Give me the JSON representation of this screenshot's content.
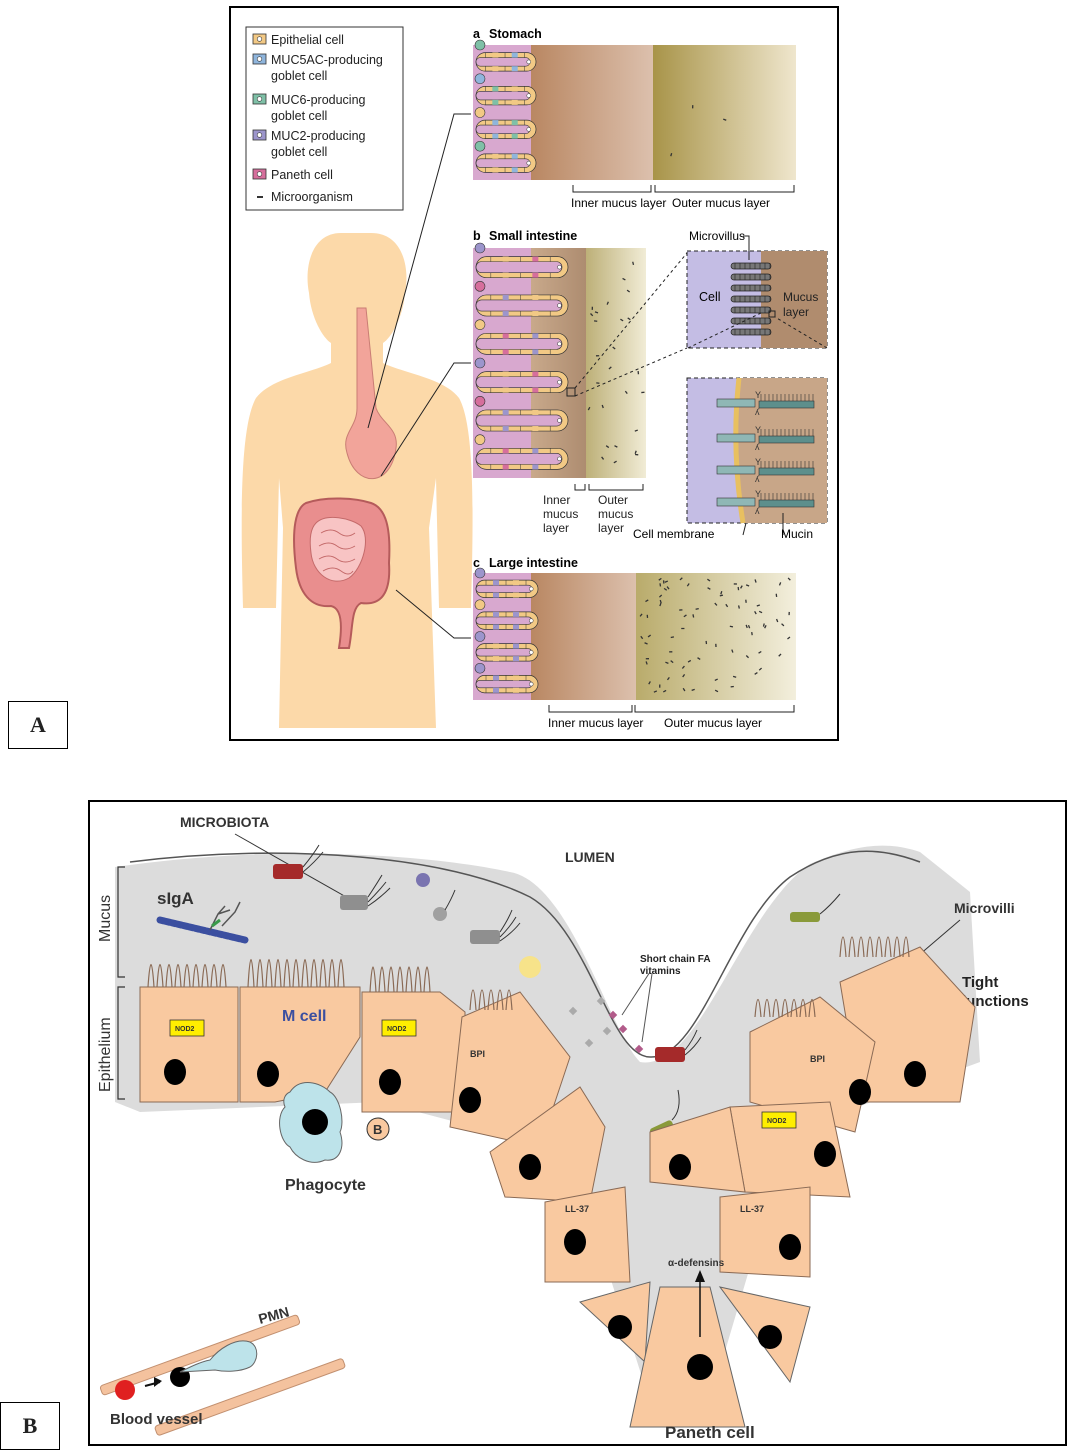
{
  "panel_a": {
    "label": "A",
    "legend": [
      {
        "text": "Epithelial cell",
        "color": "#f2c985"
      },
      {
        "text": "MUC5AC-producing goblet cell",
        "color": "#8fb5dc"
      },
      {
        "text": "MUC6-producing goblet cell",
        "color": "#7fc0a7"
      },
      {
        "text": "MUC2-producing goblet cell",
        "color": "#9c95cc"
      },
      {
        "text": "Paneth cell",
        "color": "#d66e9c"
      },
      {
        "text": "Microorganism",
        "color": "#333333"
      }
    ],
    "stomach": {
      "letter": "a",
      "title": "Stomach",
      "inner": "Inner mucus layer",
      "outer": "Outer mucus layer"
    },
    "small": {
      "letter": "b",
      "title": "Small intestine",
      "inner_lines": [
        "Inner",
        "mucus",
        "layer"
      ],
      "outer_lines": [
        "Outer",
        "mucus",
        "layer"
      ],
      "microvillus": "Microvillus",
      "cell": "Cell",
      "mucus_layer_lines": [
        "Mucus",
        "layer"
      ],
      "cell_membrane": "Cell membrane",
      "mucin": "Mucin"
    },
    "large": {
      "letter": "c",
      "title": "Large intestine",
      "inner": "Inner mucus layer",
      "outer": "Outer mucus layer"
    },
    "colors": {
      "body": "#fcd9a9",
      "stomach": "#f2a49a",
      "intestine": "#e98e8e",
      "cell_pink": "#d8a8cf",
      "mucus_inner": "#c79a78",
      "mucus_outer": "#b9a86c"
    }
  },
  "panel_b": {
    "label": "B",
    "microbiota": "MICROBIOTA",
    "lumen": "LUMEN",
    "mucus": "Mucus",
    "epithelium": "Epithelium",
    "siga": "sIgA",
    "m_cell": "M cell",
    "nod2": "NOD2",
    "b_cell": "B",
    "phagocyte": "Phagocyte",
    "scfa_lines": [
      "Short chain FA",
      "vitamins"
    ],
    "microvilli": "Microvilli",
    "tight_lines": [
      "Tight",
      "junctions"
    ],
    "bpi": "BPI",
    "ll37": "LL-37",
    "defensins": "α-defensins",
    "pmn": "PMN",
    "blood_vessel": "Blood vessel",
    "paneth": "Paneth cell",
    "colors": {
      "cell": "#f9c9a0",
      "lumen": "#dcdcdc",
      "nod2_box": "#ffee00",
      "phagocyte": "#bde3ea",
      "rbc": "#e02020"
    }
  }
}
